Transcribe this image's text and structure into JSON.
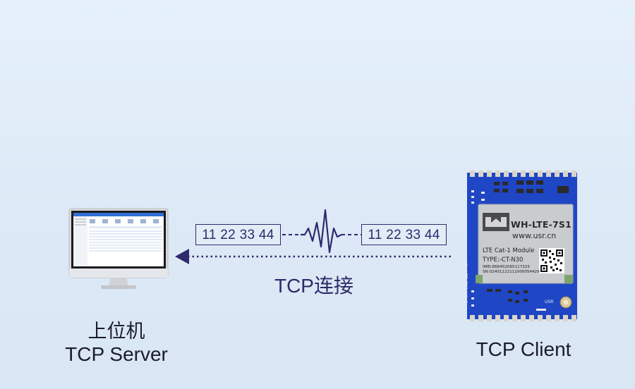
{
  "server": {
    "label_cn": "上位机",
    "label_en": "TCP Server"
  },
  "client": {
    "label": "TCP Client"
  },
  "connection": {
    "label": "TCP连接",
    "packet_left": "11 22 33 44",
    "packet_right": "11 22 33 44"
  },
  "module": {
    "model": "WH-LTE-7S1",
    "url": "www.usr.cn",
    "line1": "LTE Cat-1 Module",
    "line2": "TYPE:-CT-N30",
    "imei": "IMEI:866452065117325",
    "sn": "SN:02401122111000054429",
    "side_text": "WH-LTE-7S1 V1.2",
    "brand": "USR",
    "colors": {
      "board": "#1f46c4",
      "shield": "#c9cccf"
    }
  },
  "colors": {
    "arrow": "#2e2a6b",
    "text": "#1b1b2f"
  }
}
